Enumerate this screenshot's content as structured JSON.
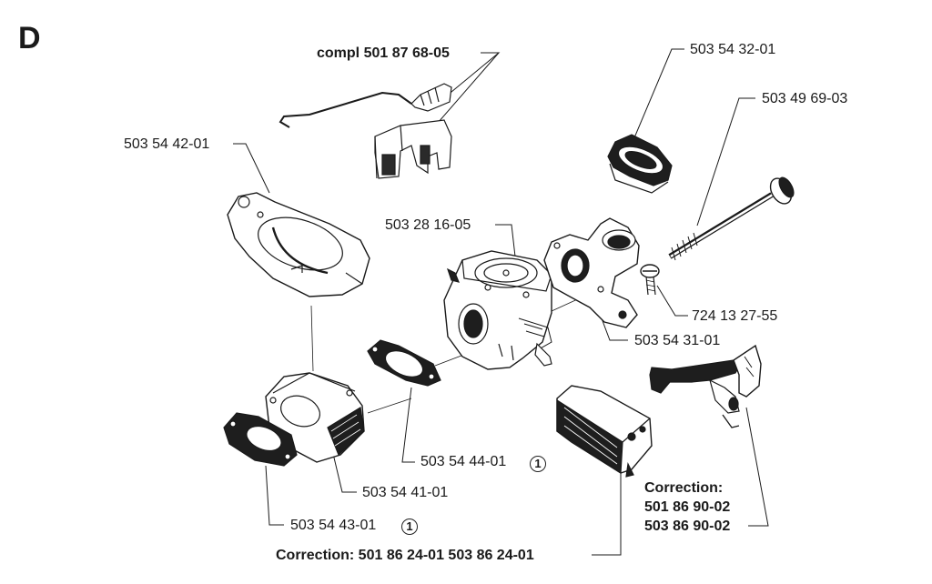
{
  "section_letter": "D",
  "note_marker": "1",
  "labels": {
    "compl": "compl 501 87 68-05",
    "p_503543201": "503 54 32-01",
    "p_503496903": "503 49 69-03",
    "p_503544201": "503 54 42-01",
    "p_503281605": "503 28 16-05",
    "p_724132755": "724 13 27-55",
    "p_503543101": "503 54 31-01",
    "p_503544401": "503 54 44-01",
    "p_503544101": "503 54 41-01",
    "p_503544301": "503 54 43-01",
    "correction_bottom": "Correction: 501 86 24-01 503 86 24-01",
    "correction_right": [
      "Correction:",
      "501 86 90-02",
      "503 86 90-02"
    ]
  }
}
